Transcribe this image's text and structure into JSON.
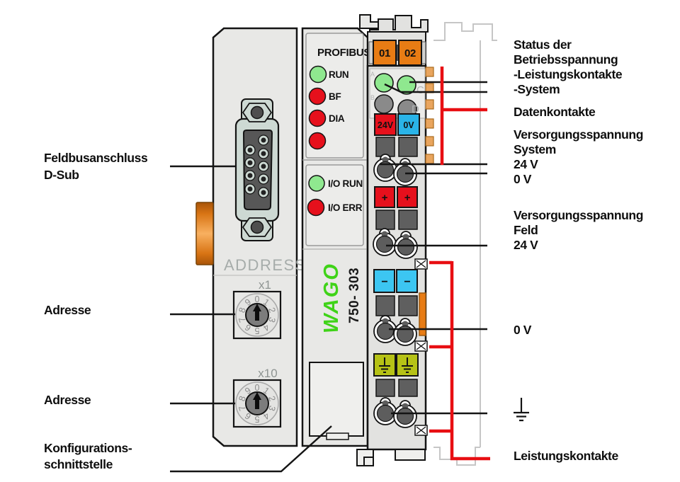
{
  "figure": {
    "type": "device-connection-diagram",
    "subject": "WAGO 750-303 PROFIBUS fieldbus coupler"
  },
  "device": {
    "profibus": {
      "title": "PROFIBUS",
      "run": "RUN",
      "bf": "BF",
      "dia": "DIA"
    },
    "io": {
      "run": "I/O RUN",
      "err": "I/O ERR"
    },
    "brand": "WAGO",
    "model": "750- 303",
    "address": {
      "title": "ADDRESS",
      "x1": "x1",
      "x10": "x10",
      "digits": [
        "0",
        "1",
        "2",
        "3",
        "4",
        "5",
        "6",
        "7",
        "8",
        "9"
      ]
    },
    "supply": {
      "ch1": "01",
      "ch2": "02",
      "led_a": "A",
      "led_b": "B",
      "led_c": "C",
      "led_d": "D",
      "v24": "24V",
      "v0": "0V",
      "plus": "+",
      "minus": "−"
    }
  },
  "labels": {
    "left": {
      "feldbus_1": "Feldbusanschluss",
      "feldbus_2": "D-Sub",
      "adresse_top": "Adresse",
      "adresse_bottom": "Adresse",
      "konfig_1": "Konfigurations-",
      "konfig_2": "schnittstelle"
    },
    "right": {
      "status_1": "Status der",
      "status_2": "Betriebsspannung",
      "status_3": "-Leistungskontakte",
      "status_4": "-System",
      "daten": "Datenkontakte",
      "vsys_1": "Versorgungsspannung",
      "vsys_2": "System",
      "vsys_24": "24 V",
      "vsys_0": "0 V",
      "vfeld_1": "Versorgungsspannung",
      "vfeld_2": "Feld",
      "vfeld_24": "24 V",
      "v0": "0 V",
      "leistung": "Leistungskontakte"
    }
  },
  "colors": {
    "led_green": "#8fe88f",
    "led_red": "#e6101c",
    "led_off": "#8a8a8a",
    "orange": "#e87c14",
    "box_red": "#e6101c",
    "v0_cyan": "#2ab4e8",
    "minus_cyan": "#3cc6f2",
    "earth": "#b6c216",
    "wago_green": "#3fd318",
    "tab_orange": "#e9a55e",
    "callout_red": "#e80e12",
    "callout_black": "#141414"
  }
}
